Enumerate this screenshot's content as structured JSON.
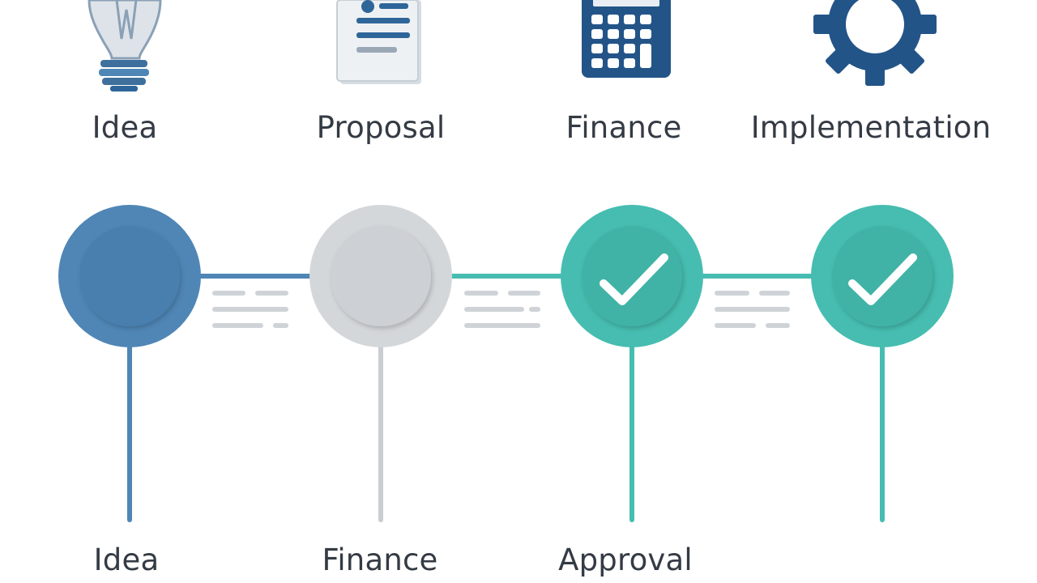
{
  "colors": {
    "blue": "#4f86b6",
    "blue_dark": "#2f6699",
    "gray": "#c9cdd1",
    "teal": "#46bdb0",
    "navy_icon": "#235488",
    "placeholder_lines": "#cfd3d7"
  },
  "top_stages": [
    {
      "label": "Idea",
      "icon": "lightbulb-icon"
    },
    {
      "label": "Proposal",
      "icon": "document-icon"
    },
    {
      "label": "Finance",
      "icon": "calculator-icon"
    },
    {
      "label": "Implementation",
      "icon": "gear-icon"
    }
  ],
  "nodes": [
    {
      "status": "current",
      "color": "blue"
    },
    {
      "status": "pending",
      "color": "gray"
    },
    {
      "status": "complete",
      "color": "teal",
      "check": true
    },
    {
      "status": "complete",
      "color": "teal",
      "check": true
    }
  ],
  "bottom_labels": [
    "Idea",
    "Finance",
    "Approval",
    ""
  ]
}
